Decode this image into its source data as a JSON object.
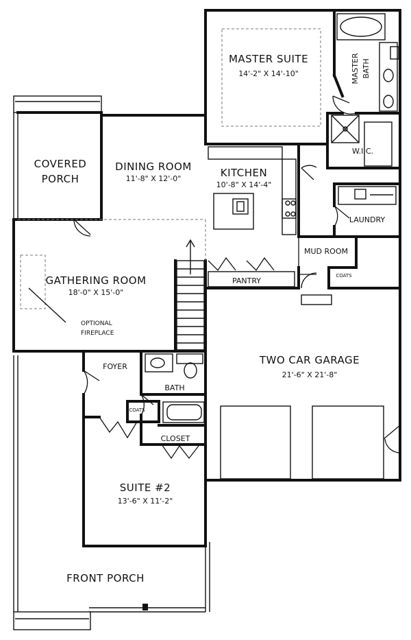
{
  "rooms": {
    "master_suite": {
      "name": "MASTER SUITE",
      "dims": "14'-2\" X 14'-10\""
    },
    "master_bath": {
      "line1": "MASTER",
      "line2": "BATH"
    },
    "wic": {
      "name": "W.I.C."
    },
    "covered_porch": {
      "line1": "COVERED",
      "line2": "PORCH"
    },
    "dining_room": {
      "name": "DINING ROOM",
      "dims": "11'-8\" X 12'-0\""
    },
    "kitchen": {
      "name": "KITCHEN",
      "dims": "10'-8\" X 14'-4\""
    },
    "laundry": {
      "name": "LAUNDRY"
    },
    "mud_room": {
      "name": "MUD ROOM"
    },
    "coats_mud": {
      "name": "COATS"
    },
    "pantry": {
      "name": "PANTRY"
    },
    "gathering_room": {
      "name": "GATHERING ROOM",
      "dims": "18'-0\" X 15'-0\""
    },
    "fireplace_note": {
      "line1": "OPTIONAL",
      "line2": "FIREPLACE"
    },
    "garage": {
      "name": "TWO CAR GARAGE",
      "dims": "21'-6\" X 21'-8\""
    },
    "foyer": {
      "name": "FOYER"
    },
    "bath": {
      "name": "BATH"
    },
    "coats_foyer": {
      "name": "COATS"
    },
    "closet": {
      "name": "CLOSET"
    },
    "suite2": {
      "name": "SUITE #2",
      "dims": "13'-6\" X 11'-2\""
    },
    "front_porch": {
      "name": "FRONT PORCH"
    }
  }
}
